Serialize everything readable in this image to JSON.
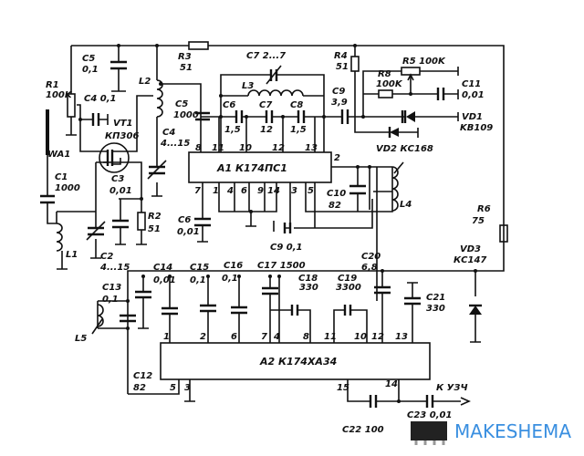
{
  "labels": {
    "r1": "R1",
    "r1v": "100K",
    "c5a": "C5",
    "c5av": "0,1",
    "c4a": "C4 0,1",
    "vt1": "VT1",
    "vt1v": "КП306",
    "wa1": "WA1",
    "c1": "C1",
    "c1v": "1000",
    "c3": "C3",
    "c3v": "0,01",
    "r2": "R2",
    "r2v": "51",
    "l1": "L1",
    "c2": "C2",
    "c2v": "4...15",
    "l2": "L2",
    "c5b": "C5",
    "c5bv": "1000",
    "c4b": "C4",
    "c4bv": "4...15",
    "r3": "R3",
    "r3v": "51",
    "c7a": "C7  2...7",
    "l3": "L3",
    "c6a": "C6",
    "c6av": "1,5",
    "c7b": "C7",
    "c7bv": "12",
    "c8": "C8",
    "c8v": "1,5",
    "c9a": "C9",
    "c9av": "3,9",
    "a1": "A1  К174ПС1",
    "c6b": "C6",
    "c6bv": "0,01",
    "r4": "R4",
    "r4v": "51",
    "r5": "R5 100K",
    "r8": "R8",
    "r8v": "100K",
    "c11": "C11",
    "c11v": "0,01",
    "vd1": "VD1",
    "vd1v": "KB109",
    "vd2": "VD2  КС168",
    "c10": "C10",
    "c10v": "82",
    "l4": "L4",
    "c9b": "C9 0,1",
    "r6": "R6",
    "r6v": "75",
    "vd3": "VD3",
    "vd3v": "КС147",
    "c20": "C20",
    "c20v": "6,8",
    "c14": "C14",
    "c14v": "0,01",
    "c15": "C15",
    "c15v": "0,1",
    "c16": "C16",
    "c16v": "0,1",
    "c17": "C17 1500",
    "c18": "C18",
    "c18v": "330",
    "c19": "C19",
    "c19v": "3300",
    "c21": "C21",
    "c21v": "330",
    "c13": "C13",
    "c13v": "0,1",
    "l5": "L5",
    "c12": "C12",
    "c12v": "82",
    "a2": "A2  К174ХА34",
    "c22": "C22  100",
    "c23": "C23  0,01",
    "out": "К УЗЧ"
  },
  "a1_pins": {
    "top": [
      "8",
      "11",
      "10",
      "12",
      "13"
    ],
    "bottom": [
      "7",
      "1",
      "4",
      "6",
      "9",
      "14",
      "3",
      "5"
    ],
    "right": "2"
  },
  "a2_pins": {
    "top": [
      "1",
      "2",
      "6",
      "7",
      "4",
      "8",
      "11",
      "10",
      "12",
      "13"
    ],
    "bottom": [
      "5",
      "3",
      "15",
      "14"
    ]
  },
  "watermark": {
    "text": "MAKESHEMA",
    "color": "#3a8fe0"
  }
}
